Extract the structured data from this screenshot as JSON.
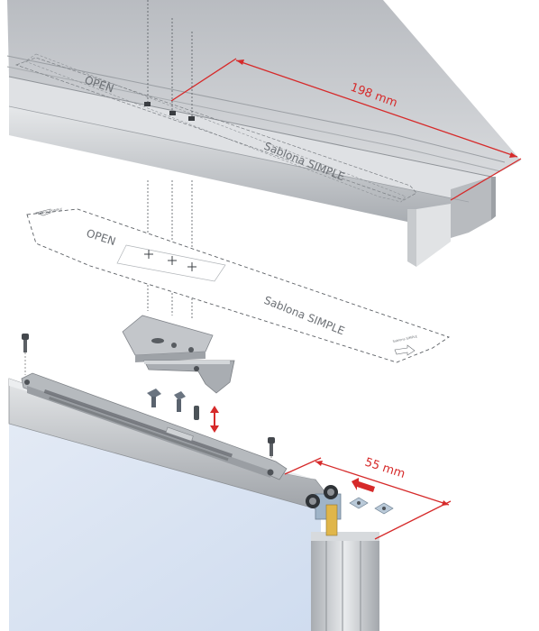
{
  "diagram": {
    "dimensions": {
      "rail_width": "198 mm",
      "wheel_offset": "55 mm"
    },
    "template_labels": {
      "open_top": "OPEN",
      "name_top": "Sablona SIMPLE",
      "open_bottom": "OPEN",
      "name_bottom": "Sablona SIMPLE",
      "tip_left": "Sablona SIMPLE",
      "tip_right": "Sablona SIMPLE"
    },
    "colors": {
      "dimension": "#d62a2a",
      "rail": "#c9ccd0",
      "glass": "#d9e3f2"
    }
  }
}
